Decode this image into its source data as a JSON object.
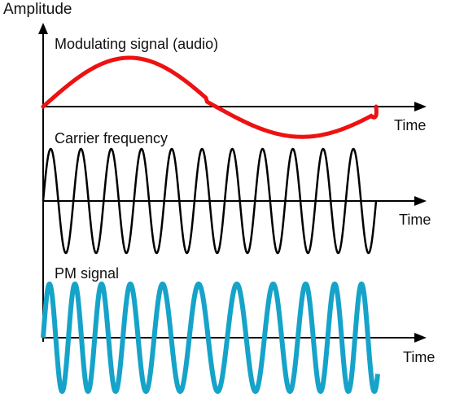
{
  "y_axis_label": "Amplitude",
  "panels": [
    {
      "id": "modulating",
      "title": "Modulating signal (audio)",
      "x_axis_label": "Time",
      "waveform": "slow-sine",
      "cycles": 1.1,
      "color": "#ee1111"
    },
    {
      "id": "carrier",
      "title": "Carrier frequency",
      "x_axis_label": "Time",
      "waveform": "sine",
      "cycles": 11,
      "color": "#000000"
    },
    {
      "id": "pm",
      "title": "PM signal",
      "x_axis_label": "Time",
      "waveform": "phase-modulated-sine",
      "cycles": 11,
      "color": "#16a3c9"
    }
  ],
  "colors": {
    "axis": "#000000",
    "modulating": "#ee1111",
    "carrier": "#000000",
    "pm": "#16a3c9"
  },
  "icons": {
    "y_axis_arrow": "arrow-up-icon",
    "x_axis_arrow": "arrow-right-icon"
  }
}
